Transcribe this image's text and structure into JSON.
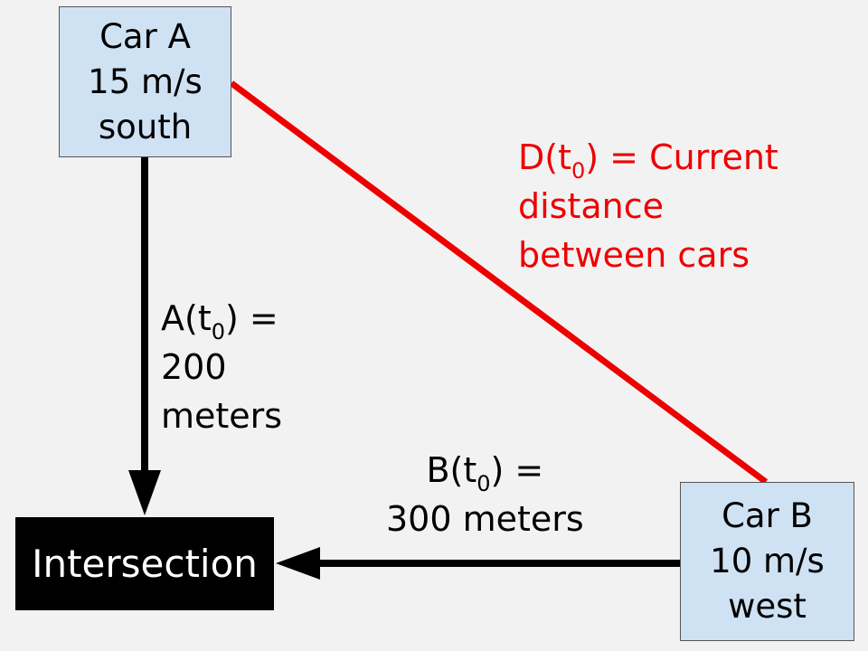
{
  "car_a": {
    "name": "Car A",
    "speed": "15 m/s",
    "direction": "south"
  },
  "car_b": {
    "name": "Car B",
    "speed": "10 m/s",
    "direction": "west"
  },
  "intersection": {
    "label": "Intersection"
  },
  "distance_a": {
    "prefix": "A(t",
    "subscript": "0",
    "suffix": ") =",
    "value": "200",
    "unit": "meters"
  },
  "distance_b": {
    "prefix": "B(t",
    "subscript": "0",
    "suffix": ") =",
    "value": "300 meters"
  },
  "distance_d": {
    "prefix": "D(t",
    "subscript": "0",
    "suffix": ") = Current",
    "line2": "distance",
    "line3": "between cars"
  },
  "colors": {
    "box_fill": "#cfe2f3",
    "distance_line": "#ee0000",
    "arrow": "#000000",
    "intersection_fill": "#000000"
  }
}
